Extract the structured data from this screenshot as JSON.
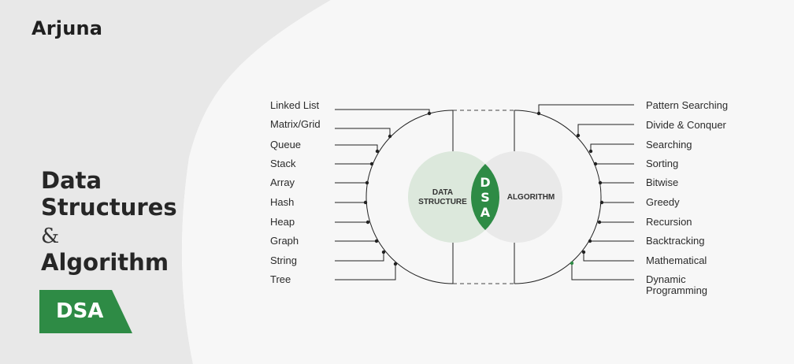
{
  "brand": "Arjuna",
  "title": {
    "line1": "Data",
    "line2": "Structures",
    "amp": "&",
    "line3": "Algorithm"
  },
  "badge": "DSA",
  "venn": {
    "left_label_1": "DATA",
    "left_label_2": "STRUCTURE",
    "right_label": "ALGORITHM",
    "center_letters": [
      "D",
      "S",
      "A"
    ]
  },
  "data_structures": [
    "Linked List",
    "Matrix/Grid",
    "Queue",
    "Stack",
    "Array",
    "Hash",
    "Heap",
    "Graph",
    "String",
    "Tree"
  ],
  "algorithms": [
    "Pattern Searching",
    "Divide & Conquer",
    "Searching",
    "Sorting",
    "Bitwise",
    "Greedy",
    "Recursion",
    "Backtracking",
    "Mathematical",
    "Dynamic",
    "Programming"
  ],
  "colors": {
    "accent_green": "#2e8b45",
    "panel_gray": "#e7e7e7",
    "venn_left": "#dce8dc",
    "venn_right": "#e9e9e9"
  }
}
